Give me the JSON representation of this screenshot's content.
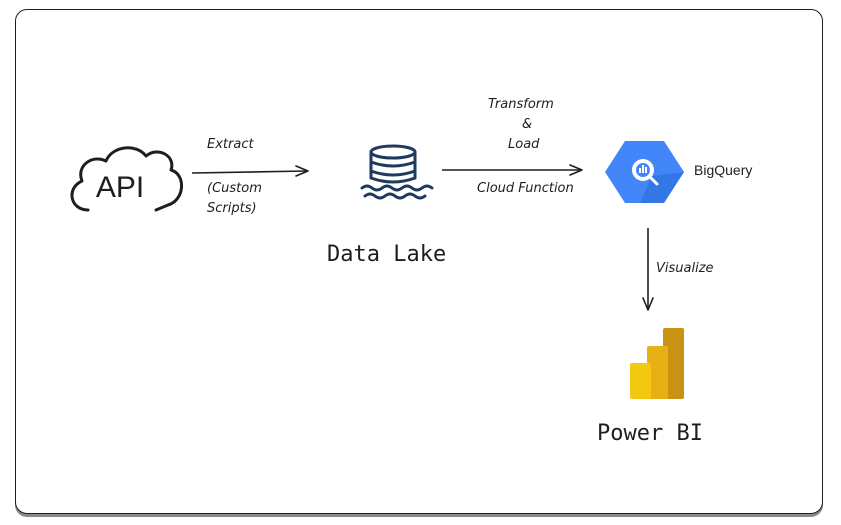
{
  "nodes": {
    "api": {
      "label": "API",
      "icon": "cloud-api-icon"
    },
    "data_lake": {
      "label": "Data Lake",
      "icon": "database-lake-icon"
    },
    "bigquery": {
      "label": "BigQuery",
      "icon": "bigquery-icon"
    },
    "power_bi": {
      "label": "Power BI",
      "icon": "power-bi-icon"
    }
  },
  "edges": {
    "extract": {
      "label": "Extract",
      "sublabel_line1": "(Custom",
      "sublabel_line2": "Scripts)"
    },
    "transform": {
      "label_line1": "Transform",
      "label_line2": "&",
      "label_line3": "Load",
      "sublabel": "Cloud Function"
    },
    "visualize": {
      "label": "Visualize"
    }
  },
  "colors": {
    "stroke": "#1e1e1e",
    "bigquery_blue": "#4386FA",
    "bigquery_dark": "#2A6EDB",
    "powerbi_light": "#F2C811",
    "powerbi_mid": "#E8B015",
    "powerbi_dark": "#C99212"
  }
}
